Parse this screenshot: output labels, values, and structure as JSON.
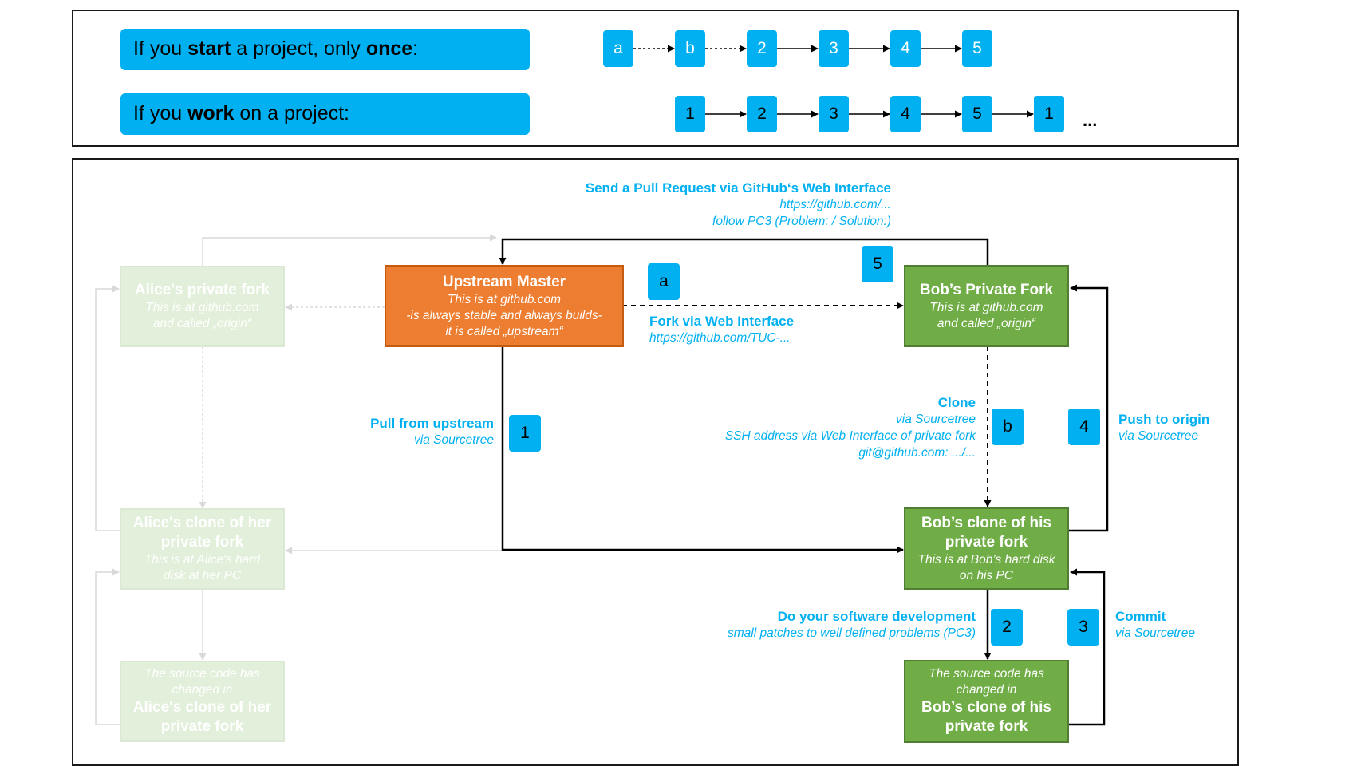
{
  "top": {
    "row1": {
      "pre": "If you ",
      "bold1": "start",
      "mid": " a project, only ",
      "bold2": "once",
      "post": ":"
    },
    "row2": {
      "pre": "If you ",
      "bold1": "work",
      "post": " on a project:"
    },
    "seq1": [
      "a",
      "b",
      "2",
      "3",
      "4",
      "5"
    ],
    "seq2": [
      "1",
      "2",
      "3",
      "4",
      "5",
      "1"
    ],
    "ellipsis": "..."
  },
  "boxes": {
    "upstream": {
      "title": "Upstream Master",
      "lines": [
        "This is at github.com",
        "-is always stable and always builds-",
        "it is called „upstream“"
      ]
    },
    "bob_fork": {
      "title": "Bob’s Private Fork",
      "lines": [
        "This is at github.com",
        "and called „origin“"
      ]
    },
    "bob_clone": {
      "title1": "Bob’s clone of his",
      "title2": "private fork",
      "lines": [
        "This is at Bob’s hard disk",
        "on his PC"
      ]
    },
    "bob_changed": {
      "lines": [
        "The source code has",
        "changed in"
      ],
      "title1": "Bob’s clone of his",
      "title2": "private fork"
    },
    "alice_fork": {
      "title": "Alice's private fork",
      "lines": [
        "This is at github.com",
        "and called „origin“"
      ]
    },
    "alice_clone": {
      "title1": "Alice's clone of her",
      "title2": "private fork",
      "lines": [
        "This is at Alice's hard",
        "disk at her PC"
      ]
    },
    "alice_changed": {
      "lines": [
        "The source code has",
        "changed in"
      ],
      "title1": "Alice's clone of her",
      "title2": "private fork"
    }
  },
  "labels": {
    "pull_request": {
      "title": "Send a Pull Request via GitHub‘s Web Interface",
      "l1": "https://github.com/...",
      "l2": "follow PC3 (Problem: / Solution:)"
    },
    "fork": {
      "title": "Fork via Web Interface",
      "l1": "https://github.com/TUC-..."
    },
    "pull_upstream": {
      "title": "Pull from upstream",
      "l1": "via Sourcetree"
    },
    "clone": {
      "title": "Clone",
      "l1": "via Sourcetree",
      "l2": "SSH address via Web Interface of private fork",
      "l3": "git@github.com: .../..."
    },
    "push": {
      "title": "Push to origin",
      "l1": "via Sourcetree"
    },
    "develop": {
      "title": "Do your software development",
      "l1": "small patches to well defined problems (PC3)"
    },
    "commit": {
      "title": "Commit",
      "l1": "via Sourcetree"
    }
  },
  "badges": {
    "a": "a",
    "b": "b",
    "n1": "1",
    "n2": "2",
    "n3": "3",
    "n4": "4",
    "n5": "5"
  },
  "colors": {
    "accent": "#00b0f0",
    "orange": "#ed7d31",
    "green": "#70ad47",
    "ghost": "#e2efda"
  }
}
